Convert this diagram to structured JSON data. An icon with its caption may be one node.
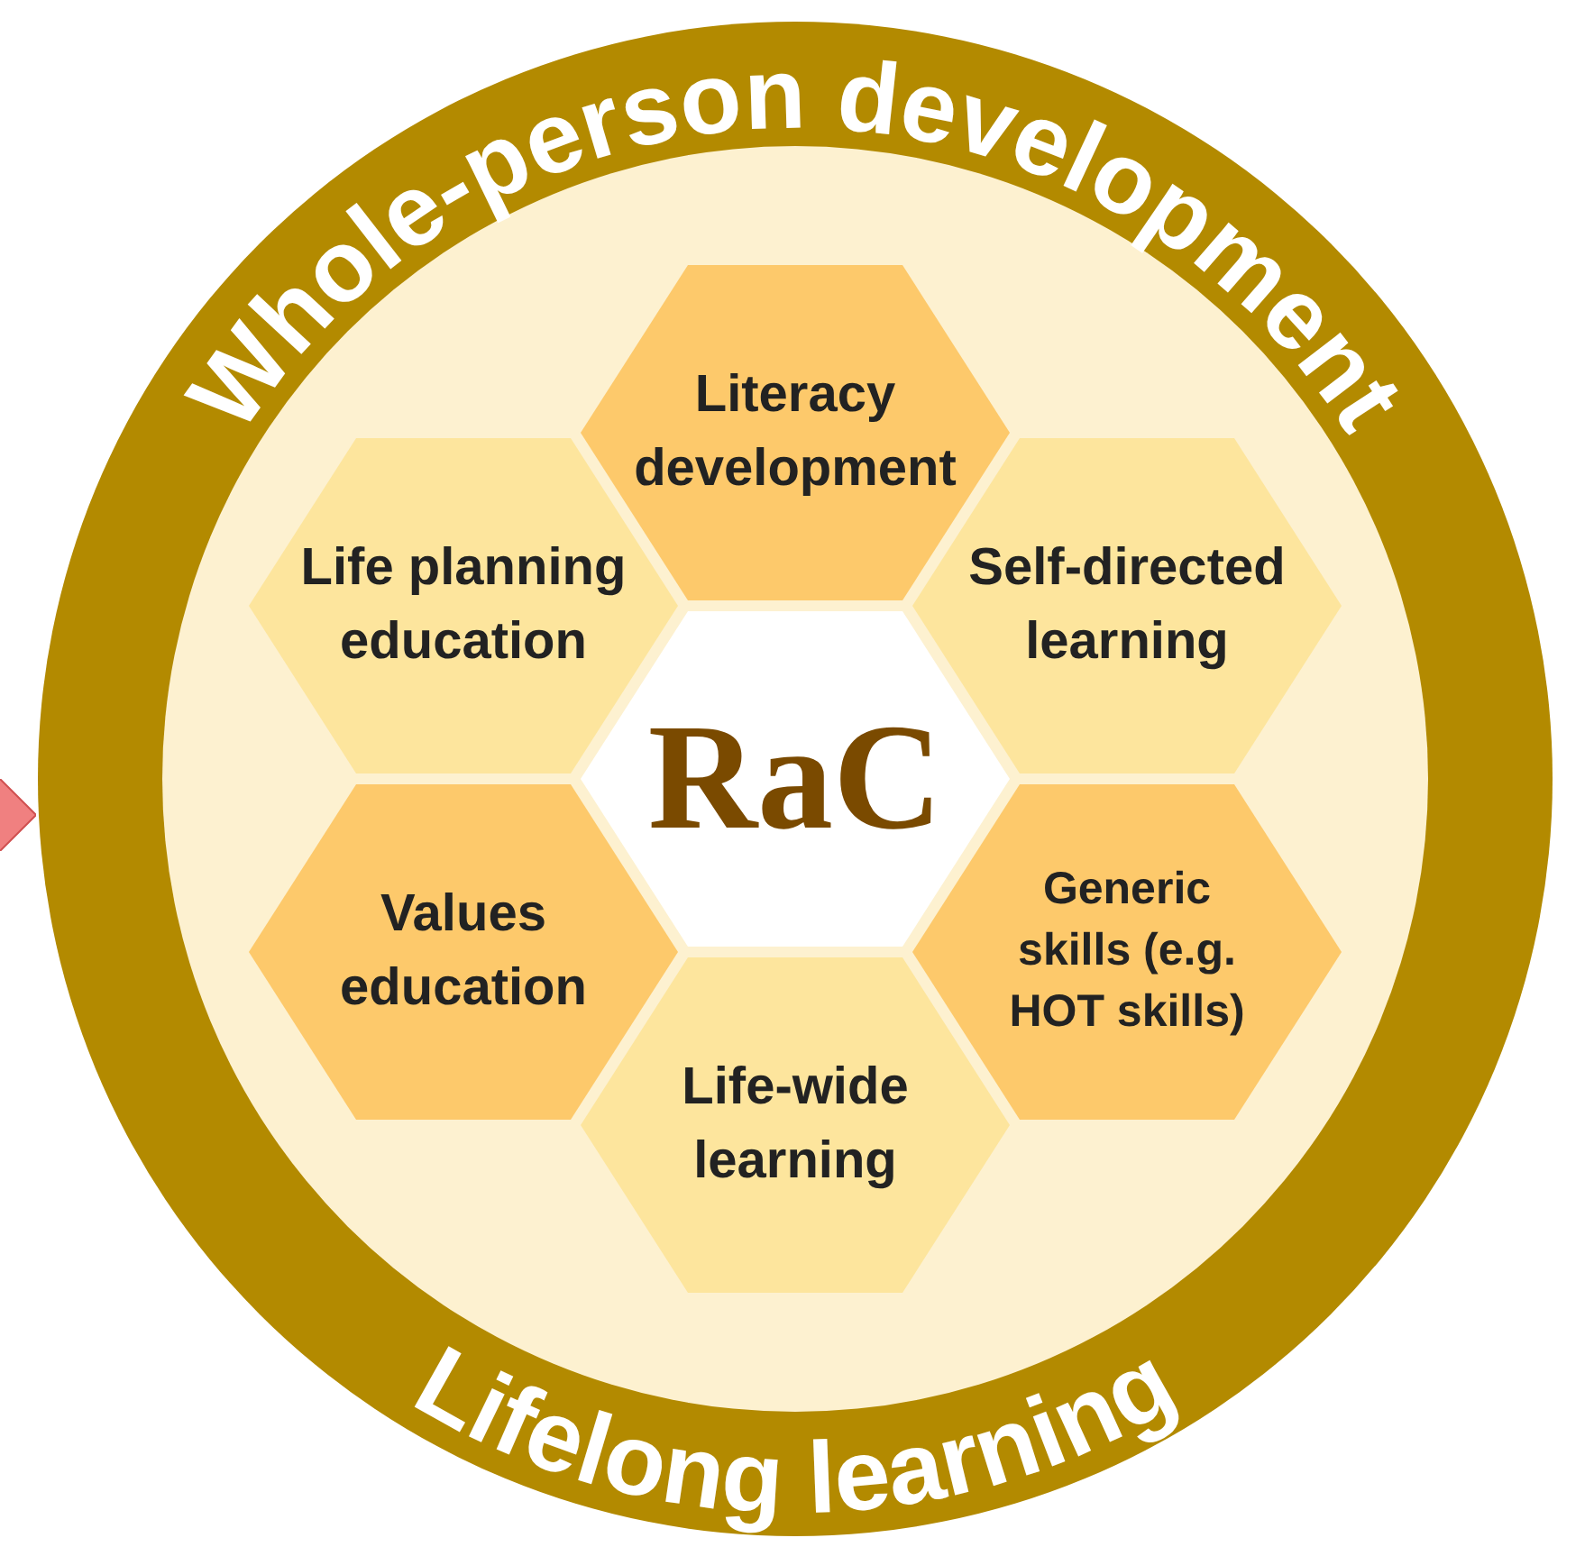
{
  "diagram": {
    "nodes": [
      {
        "text": [
          "Whole-person development",
          "Lifelong learning"
        ]
      },
      {
        "text": [
          "Literacy development"
        ],
        "in": 0
      },
      {
        "text": [
          "Life planning education"
        ],
        "in": 0
      },
      {
        "text": [
          "Self-directed learning"
        ],
        "in": 0
      },
      {
        "text": [
          "RaC"
        ],
        "in": 0
      },
      {
        "text": [
          "Values education"
        ],
        "in": 0
      },
      {
        "text": [
          "Generic skills (e.g. HOT skills)"
        ],
        "in": 0
      },
      {
        "text": [
          "Life-wide learning"
        ],
        "in": 0
      }
    ]
  }
}
